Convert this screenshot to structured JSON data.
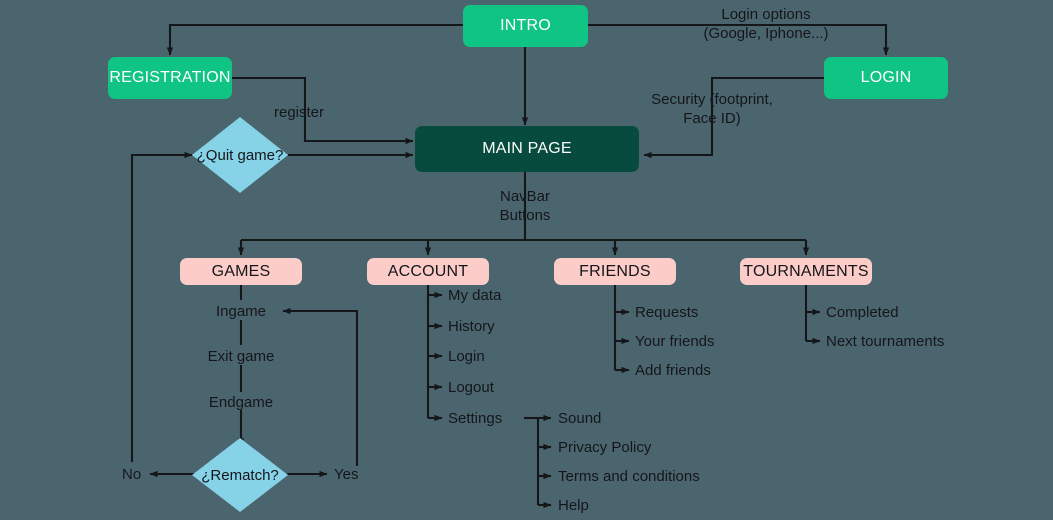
{
  "diagram": {
    "title": "App navigation flowchart",
    "background_color": "#4b656e",
    "palette": {
      "green": "#10c483",
      "dark_teal": "#064b3e",
      "pink": "#fbccc8",
      "light_blue": "#86d2e7",
      "line": "#15161a",
      "text_on_dark": "#ffffff",
      "text_on_light": "#15161a"
    }
  },
  "nodes": {
    "intro": "INTRO",
    "registration": "REGISTRATION",
    "login": "LOGIN",
    "main_page": "MAIN PAGE",
    "quit_game": "¿Quit game?",
    "rematch": "¿Rematch?",
    "games": "GAMES",
    "account": "ACCOUNT",
    "friends": "FRIENDS",
    "tournaments": "TOURNAMENTS"
  },
  "edge_labels": {
    "login_options": "Login options",
    "login_options_2": "(Google, Iphone...)",
    "security": "Security  (footprint,",
    "security_2": "Face ID)",
    "register": "register",
    "navbar": "NavBar",
    "navbar_2": "Buttons",
    "no": "No",
    "yes": "Yes"
  },
  "games_flow": {
    "ingame": "Ingame",
    "exit_game": "Exit game",
    "endgame": "Endgame"
  },
  "account_items": [
    "My data",
    "History",
    "Login",
    "Logout",
    "Settings"
  ],
  "settings_items": [
    "Sound",
    "Privacy Policy",
    "Terms and conditions",
    "Help"
  ],
  "friends_items": [
    "Requests",
    "Your friends",
    "Add friends"
  ],
  "tournaments_items": [
    "Completed",
    "Next tournaments"
  ]
}
